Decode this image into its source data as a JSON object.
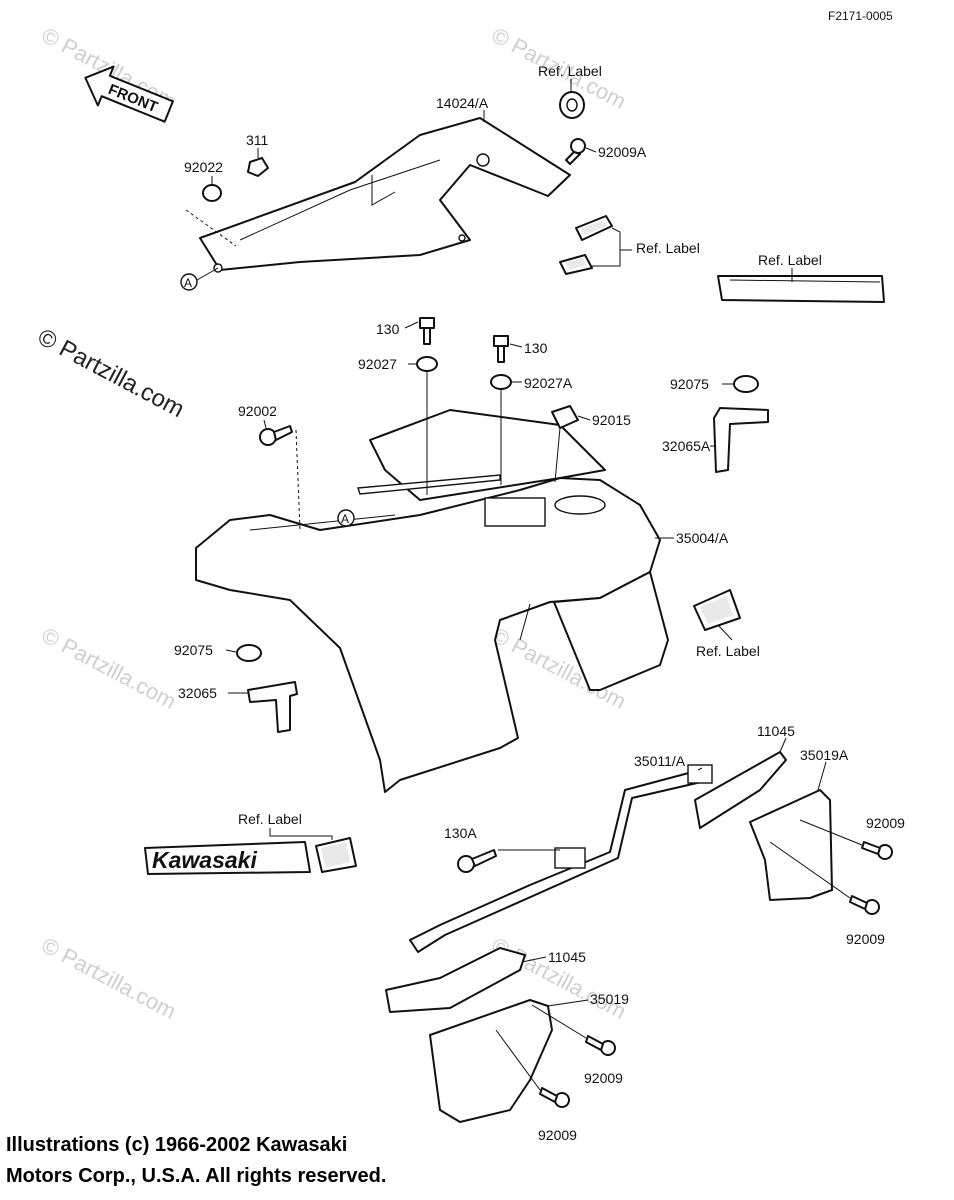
{
  "figure_code": "F2171-0005",
  "front_arrow_text": "FRONT",
  "watermark": "© Partzilla.com",
  "watermark_faint": "© Partzilla.com",
  "part_labels": {
    "p14024A": "14024/A",
    "ref_label_1": "Ref. Label",
    "p92009A": "92009A",
    "p311": "311",
    "p92022": "92022",
    "ref_label_2": "Ref. Label",
    "ref_label_3": "Ref. Label",
    "p130_a": "130",
    "p130_b": "130",
    "p92027": "92027",
    "p92027A": "92027A",
    "p92015": "92015",
    "p92002": "92002",
    "p92075_a": "92075",
    "p32065A": "32065A",
    "p35004A": "35004/A",
    "ref_label_4": "Ref. Label",
    "p92075_b": "92075",
    "p32065": "32065",
    "p11045_a": "11045",
    "p35019A": "35019A",
    "p35011A": "35011/A",
    "p92009_a": "92009",
    "p92009_b": "92009",
    "ref_label_5": "Ref. Label",
    "p130A": "130A",
    "p11045_b": "11045",
    "p35019": "35019",
    "p92009_c": "92009",
    "p92009_d": "92009"
  },
  "ref_marker": "A",
  "decal_text": "Kawasaki",
  "copyright_line1": "Illustrations (c) 1966-2002 Kawasaki",
  "copyright_line2": "Motors Corp., U.S.A.  All rights reserved."
}
